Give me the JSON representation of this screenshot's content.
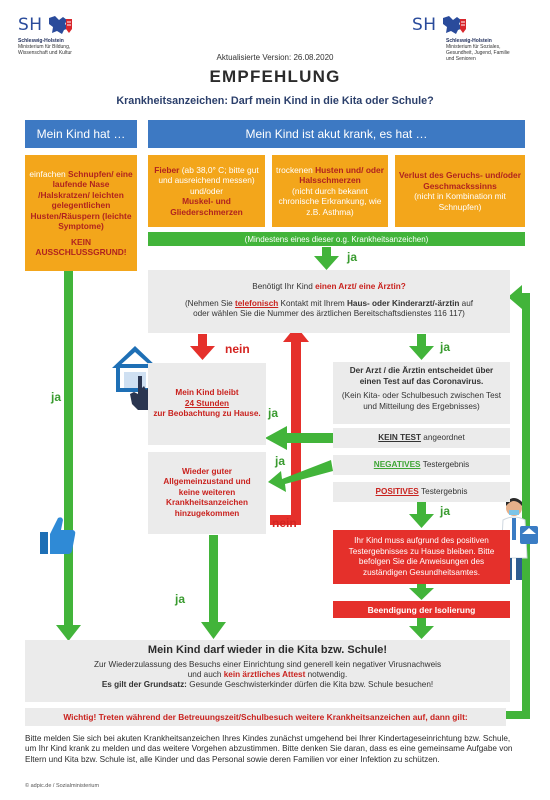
{
  "header": {
    "logo_left": {
      "sh": "SH",
      "line1": "Schleswig-Holstein",
      "line2": "Ministerium für Bildung,",
      "line3": "Wissenschaft und Kultur"
    },
    "logo_right": {
      "sh": "SH",
      "line1": "Schleswig-Holstein",
      "line2": "Ministerium für Soziales,",
      "line3": "Gesundheit, Jugend, Familie",
      "line4": "und Senioren"
    },
    "version": "Aktualisierte Version: 26.08.2020",
    "title": "EMPFEHLUNG",
    "subtitle": "Krankheitsanzeichen: Darf mein Kind in die Kita oder Schule?"
  },
  "col_left": {
    "header": "Mein Kind hat …",
    "box": {
      "p1": "einfachen",
      "p2": "Schnupfen/ eine laufende Nase /Halskratzen/ leichten gelegentlichen Husten/Räuspern (leichte Symptome)",
      "p3": "KEIN AUSSCHLUSSGRUND!"
    }
  },
  "col_right": {
    "header": "Mein Kind ist akut krank, es hat …",
    "box1": {
      "b1": "Fieber",
      "t1": "(ab 38,0° C; bitte gut und ausreichend messen) und/oder",
      "b2": "Muskel- und Gliederschmerzen"
    },
    "box2": {
      "w1": "trockenen",
      "b1": "Husten und/ oder Halsschmerzen",
      "t1": "(nicht durch bekannt chronische Erkrankung, wie z.B. Asthma)"
    },
    "box3": {
      "b1": "Verlust des Geruchs- und/oder Geschmackssinns",
      "t1": "(nicht in Kombination mit Schnupfen)"
    },
    "bar": "(Mindestens eines dieser o.g. Krankheitsanzeichen)"
  },
  "labels": {
    "ja": "ja",
    "nein": "nein"
  },
  "doctor_box": {
    "l1a": "Benötigt Ihr Kind",
    "l1b": "einen Arzt/ eine Ärztin?",
    "l2a": "(Nehmen Sie",
    "l2b": "telefonisch",
    "l2c": "Kontakt mit Ihrem",
    "l2d": "Haus- oder Kinderarzt/-ärztin",
    "l2e": "auf",
    "l3": "oder wählen Sie die Nummer des ärztlichen Bereitschaftsdienstes 116 117)"
  },
  "home_box": {
    "t1": "Mein Kind bleibt",
    "t2": "24 Stunden",
    "t3": "zur Beobachtung zu Hause."
  },
  "good_box": {
    "text": "Wieder guter Allgemeinzustand und keine weiteren Krankheitsanzeichen hinzugekommen"
  },
  "test_box": {
    "bold": "Der Arzt / die Ärztin entscheidet über einen Test auf das Coronavirus.",
    "normal": "(Kein Kita- oder Schulbesuch zwischen Test und Mitteilung des Ergebnisses)"
  },
  "results": {
    "none": {
      "hl": "KEIN TEST",
      "rest": "angeordnet"
    },
    "neg": {
      "hl": "NEGATIVES",
      "rest": "Testergebnis"
    },
    "pos": {
      "hl": "POSITIVES",
      "rest": "Testergebnis"
    }
  },
  "positive_box": {
    "text": "Ihr Kind muss aufgrund des positiven Testergebnisses zu Hause bleiben. Bitte befolgen Sie die Anweisungen des zuständigen Gesundheitsamtes."
  },
  "isolation": "Beendigung der Isolierung",
  "final": {
    "title": "Mein Kind darf wieder in die Kita bzw. Schule!",
    "l1": "Zur Wiederzulassung des Besuchs einer Einrichtung sind generell kein negativer Virusnachweis",
    "l2a": "und auch",
    "l2b": "kein ärztliches Attest",
    "l2c": "notwendig.",
    "l3a": "Es gilt der Grundsatz:",
    "l3b": "Gesunde Geschwisterkinder dürfen die Kita bzw. Schule besuchen!"
  },
  "warning": "Wichtig! Treten während der Betreuungszeit/Schulbesuch weitere Krankheitsanzeichen auf, dann gilt:",
  "footer": {
    "text": "Bitte melden Sie sich bei akuten Krankheitsanzeichen Ihres Kindes zunächst umgehend bei Ihrer Kindertageseinrichtung bzw. Schule, um Ihr Kind krank zu melden und das weitere Vorgehen abzustimmen. Bitte denken Sie daran, dass es eine gemeinsame Aufgabe von Eltern und Kita bzw. Schule ist, alle Kinder und das Personal sowie deren Familien vor einer Infektion zu schützen.",
    "credit": "© adpic.de / Sozialministerium"
  },
  "colors": {
    "blue": "#3d79c3",
    "orange": "#f3a61b",
    "green": "#42b43a",
    "red": "#e5302b",
    "gray": "#ebebeb"
  },
  "icons": [
    "lion-crest-icon",
    "house-hand-icon",
    "thumbs-up-icon",
    "doctor-icon"
  ]
}
